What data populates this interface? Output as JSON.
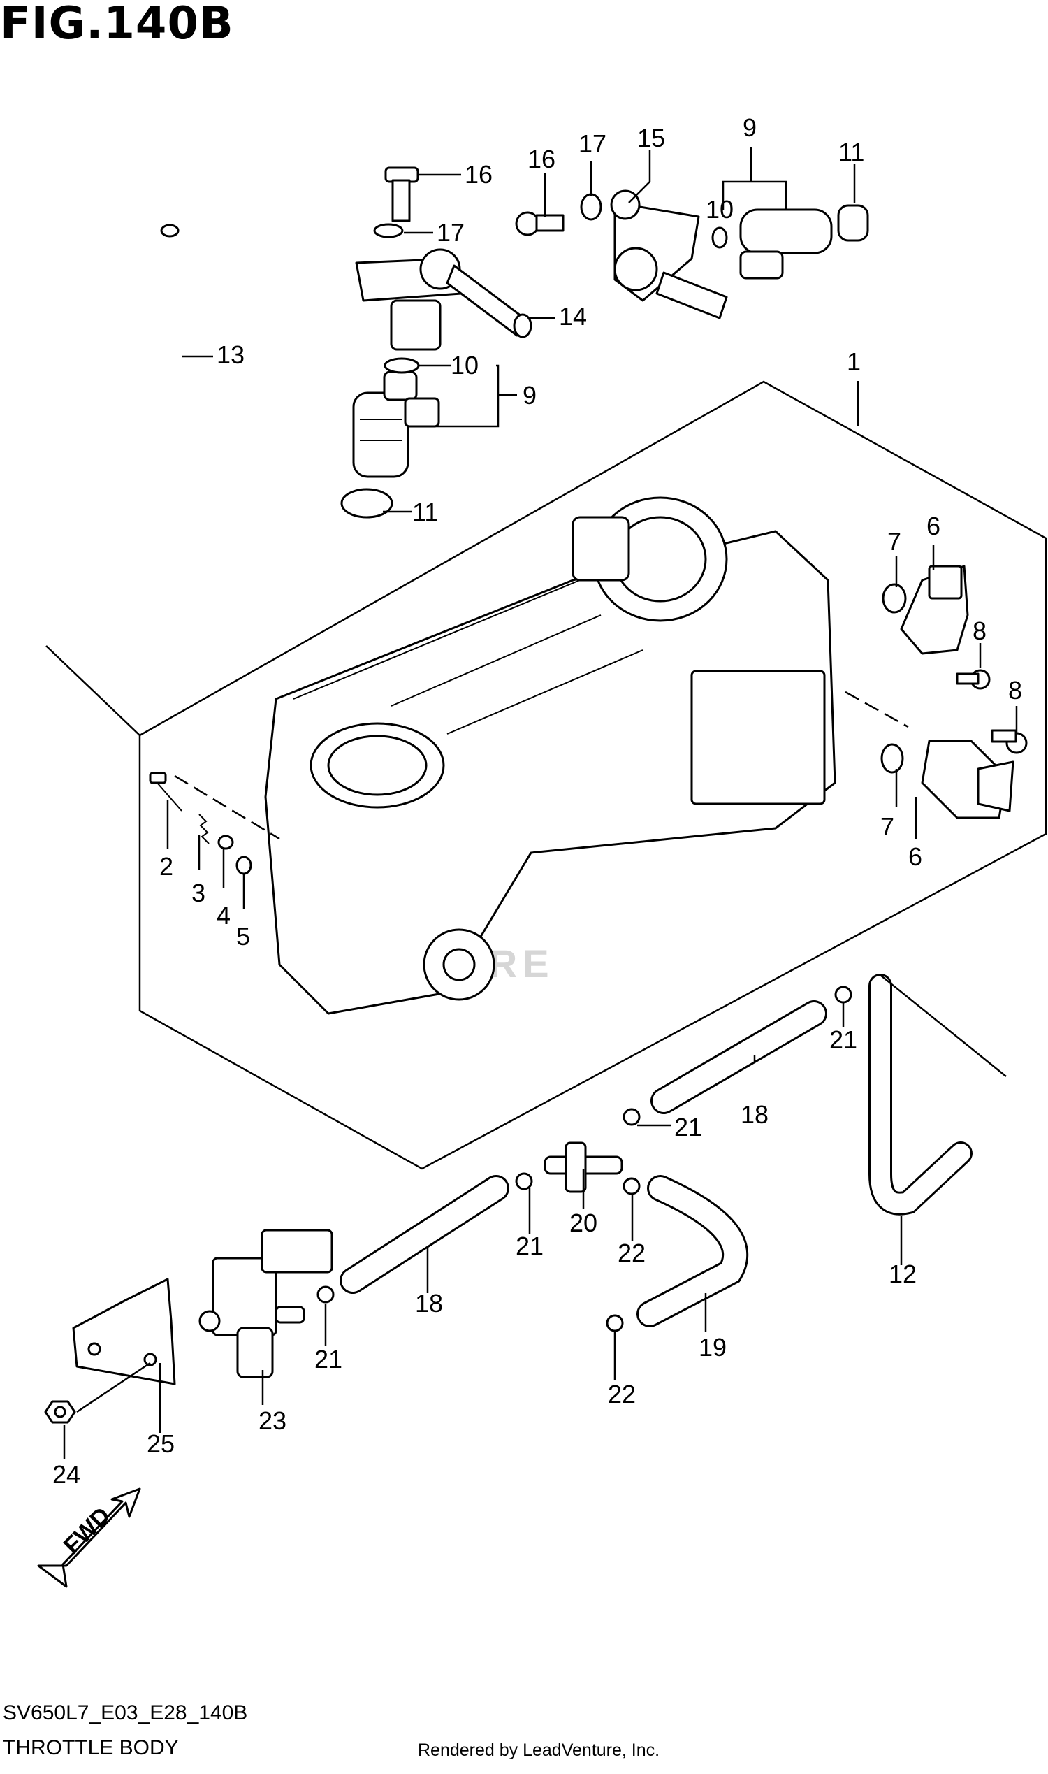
{
  "figure": {
    "title": "FIG.140B",
    "code": "SV650L7_E03_E28_140B",
    "name": "THROTTLE BODY",
    "credit": "Rendered by LeadVenture, Inc.",
    "watermark": "VENTURE",
    "fwd_label": "FWD"
  },
  "callouts": [
    {
      "id": "c1",
      "label": "1"
    },
    {
      "id": "c2",
      "label": "2"
    },
    {
      "id": "c3",
      "label": "3"
    },
    {
      "id": "c4",
      "label": "4"
    },
    {
      "id": "c5",
      "label": "5"
    },
    {
      "id": "c6a",
      "label": "6"
    },
    {
      "id": "c6b",
      "label": "6"
    },
    {
      "id": "c7a",
      "label": "7"
    },
    {
      "id": "c7b",
      "label": "7"
    },
    {
      "id": "c8a",
      "label": "8"
    },
    {
      "id": "c8b",
      "label": "8"
    },
    {
      "id": "c9a",
      "label": "9"
    },
    {
      "id": "c9b",
      "label": "9"
    },
    {
      "id": "c10a",
      "label": "10"
    },
    {
      "id": "c10b",
      "label": "10"
    },
    {
      "id": "c11a",
      "label": "11"
    },
    {
      "id": "c11b",
      "label": "11"
    },
    {
      "id": "c12",
      "label": "12"
    },
    {
      "id": "c13",
      "label": "13"
    },
    {
      "id": "c14",
      "label": "14"
    },
    {
      "id": "c15",
      "label": "15"
    },
    {
      "id": "c16a",
      "label": "16"
    },
    {
      "id": "c16b",
      "label": "16"
    },
    {
      "id": "c17a",
      "label": "17"
    },
    {
      "id": "c17b",
      "label": "17"
    },
    {
      "id": "c18a",
      "label": "18"
    },
    {
      "id": "c18b",
      "label": "18"
    },
    {
      "id": "c19",
      "label": "19"
    },
    {
      "id": "c20",
      "label": "20"
    },
    {
      "id": "c21a",
      "label": "21"
    },
    {
      "id": "c21b",
      "label": "21"
    },
    {
      "id": "c21c",
      "label": "21"
    },
    {
      "id": "c21d",
      "label": "21"
    },
    {
      "id": "c22a",
      "label": "22"
    },
    {
      "id": "c22b",
      "label": "22"
    },
    {
      "id": "c23",
      "label": "23"
    },
    {
      "id": "c24",
      "label": "24"
    },
    {
      "id": "c25",
      "label": "25"
    }
  ]
}
